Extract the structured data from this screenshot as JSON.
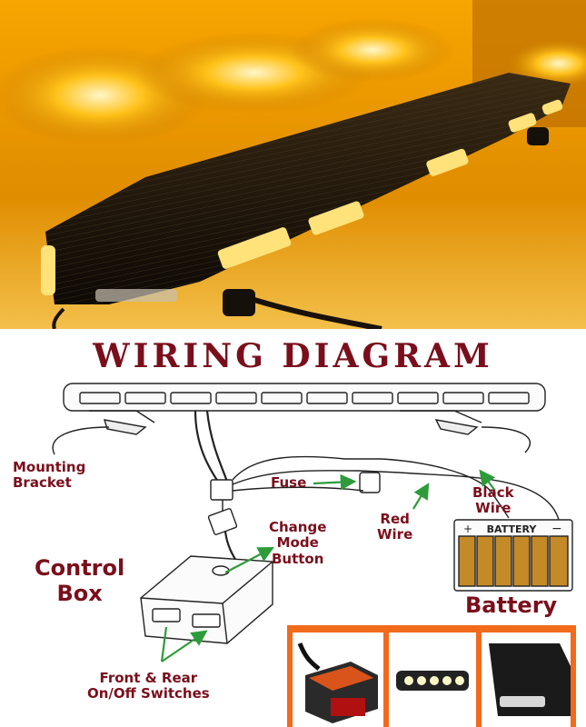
{
  "title": "WIRING DIAGRAM",
  "labels": {
    "mounting_bracket": "Mounting\nBracket",
    "fuse": "Fuse",
    "change_mode_button": "Change\nMode\nButton",
    "red_wire": "Red\nWire",
    "black_wire": "Black\nWire",
    "battery_label": "BATTERY",
    "control_box": "Control\nBox",
    "battery": "Battery",
    "switches": "Front & Rear\nOn/Off Switches"
  },
  "colors": {
    "label": "#7a0f1c",
    "arrow": "#2e9b3a",
    "glow": "#ffb300",
    "inset_frame": "#f26a1b"
  }
}
